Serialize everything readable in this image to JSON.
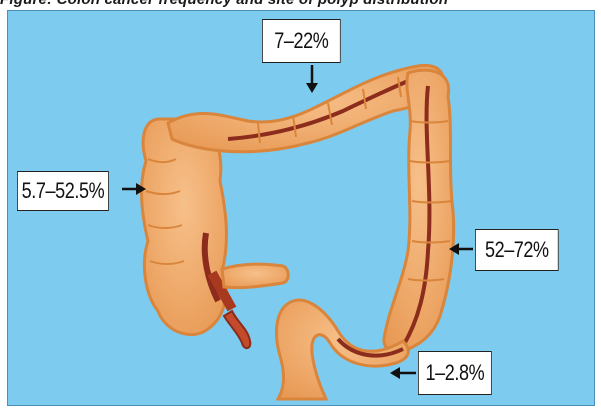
{
  "caption": "Figure: Colon cancer frequency and site of polyp distribution",
  "labels": {
    "transverse": "7–22%",
    "ascending": "5.7–52.5%",
    "descending": "52–72%",
    "rectum": "1–2.8%"
  },
  "colors": {
    "background": "#7ecbf0",
    "colon_fill": "#f2aa66",
    "colon_outline": "#d9853c",
    "lumen_line": "#8b2c1c",
    "arrow": "#111111"
  }
}
